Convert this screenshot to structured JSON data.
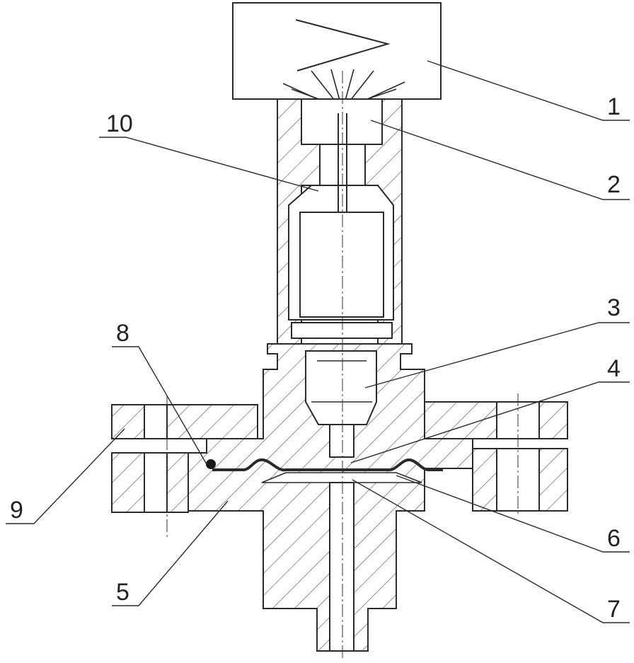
{
  "labels": {
    "l1": "1",
    "l2": "2",
    "l3": "3",
    "l4": "4",
    "l5": "5",
    "l6": "6",
    "l7": "7",
    "l8": "8",
    "l9": "9",
    "l10": "10"
  },
  "colors": {
    "line": "#2a2a2a",
    "hatch": "#555555",
    "background": "#ffffff",
    "seal": "#1a1a1a"
  }
}
